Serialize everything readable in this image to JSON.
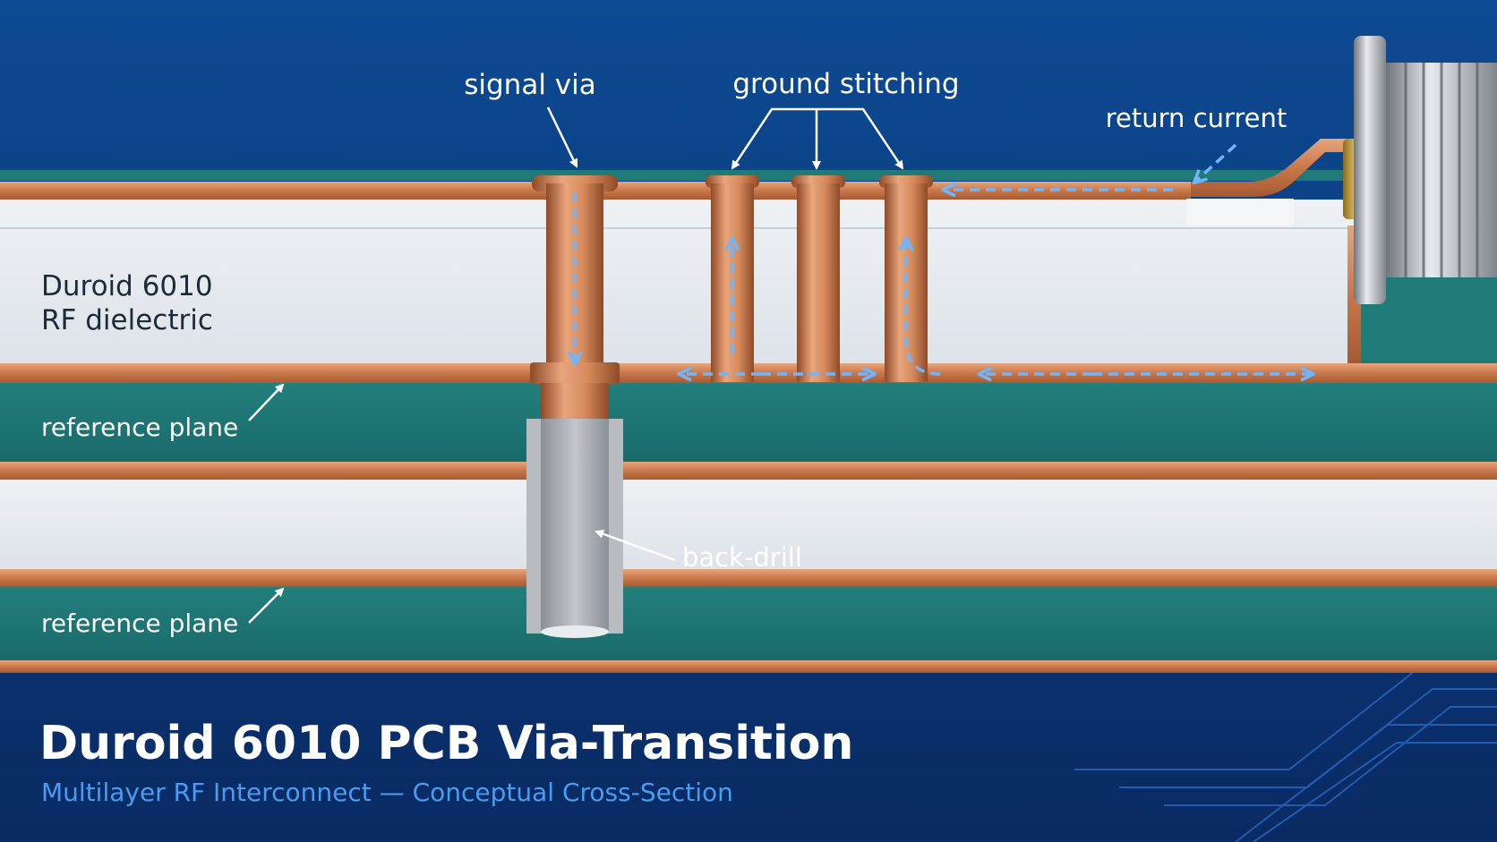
{
  "labels": {
    "signal_via": "signal via",
    "ground_stitching": "ground stitching",
    "return_current": "return current",
    "dielectric_line1": "Duroid 6010",
    "dielectric_line2": "RF dielectric",
    "reference_plane_upper": "reference plane",
    "reference_plane_lower": "reference plane",
    "back_drill": "back-drill"
  },
  "title": "Duroid 6010 PCB Via-Transition",
  "subtitle": "Multilayer RF Interconnect — Conceptual Cross-Section",
  "colors": {
    "background_top": "#0d4a93",
    "background_bottom": "#0a2a63",
    "copper": "#c8784a",
    "copper_light": "#e8a57c",
    "dielectric": "#e4e9ee",
    "fr4_green": "#1f7a78",
    "arrow": "#6fb6ff",
    "subtitle": "#4a9cf0"
  },
  "icons": {
    "connector": "sma-connector-icon"
  }
}
